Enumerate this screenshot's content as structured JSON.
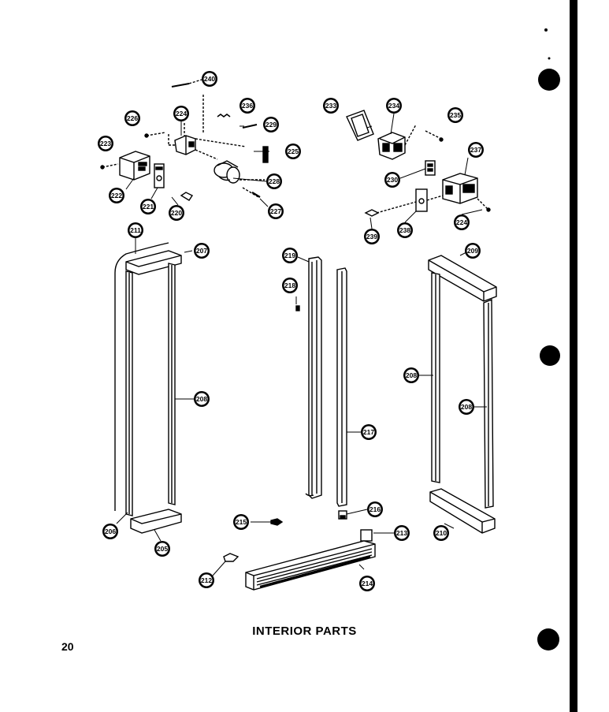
{
  "page": {
    "title": "INTERIOR PARTS",
    "page_number": "20"
  },
  "parts": {
    "p240": "240",
    "p226a": "226",
    "p224a": "224",
    "p236": "236",
    "p229": "229",
    "p223a": "223",
    "p225": "225",
    "p222": "222",
    "p228": "228",
    "p221": "221",
    "p220": "220",
    "p227": "227",
    "p233": "233",
    "p234": "234",
    "p235": "235",
    "p237": "237",
    "p230": "230",
    "p239": "239",
    "p238": "238",
    "p224b": "224",
    "p211": "211",
    "p207": "207",
    "p219": "219",
    "p218": "218",
    "p209": "209",
    "p208a": "208",
    "p208b": "208",
    "p208c": "208",
    "p217": "217",
    "p206": "206",
    "p205": "205",
    "p216": "216",
    "p215": "215",
    "p213": "213",
    "p210": "210",
    "p212": "212",
    "p214": "214"
  }
}
